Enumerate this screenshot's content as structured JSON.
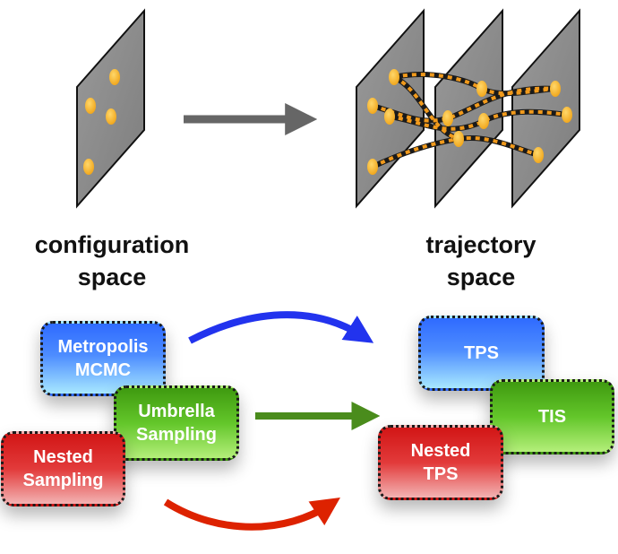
{
  "labels": {
    "configuration": [
      "configuration",
      "space"
    ],
    "trajectory": [
      "trajectory",
      "space"
    ]
  },
  "methods_left": {
    "metropolis": [
      "Metropolis",
      "MCMC"
    ],
    "umbrella": [
      "Umbrella",
      "Sampling"
    ],
    "nested": [
      "Nested",
      "Sampling"
    ]
  },
  "methods_right": {
    "tps": [
      "TPS"
    ],
    "tis": [
      "TIS"
    ],
    "nested_tps": [
      "Nested",
      "TPS"
    ]
  },
  "colors": {
    "plane": "#8c8c8c",
    "dot": "#f5b52c",
    "transform_arrow": "#666666",
    "arrow_blue": "#2233ee",
    "arrow_green": "#4a8c1c",
    "arrow_red": "#dd2200",
    "trajectory_dash": "#f19a1c"
  },
  "icons": {
    "transform_arrow": "arrow-right-icon",
    "mapping_arrows": [
      "curved-arrow-icon",
      "arrow-right-icon",
      "curved-arrow-icon"
    ]
  }
}
